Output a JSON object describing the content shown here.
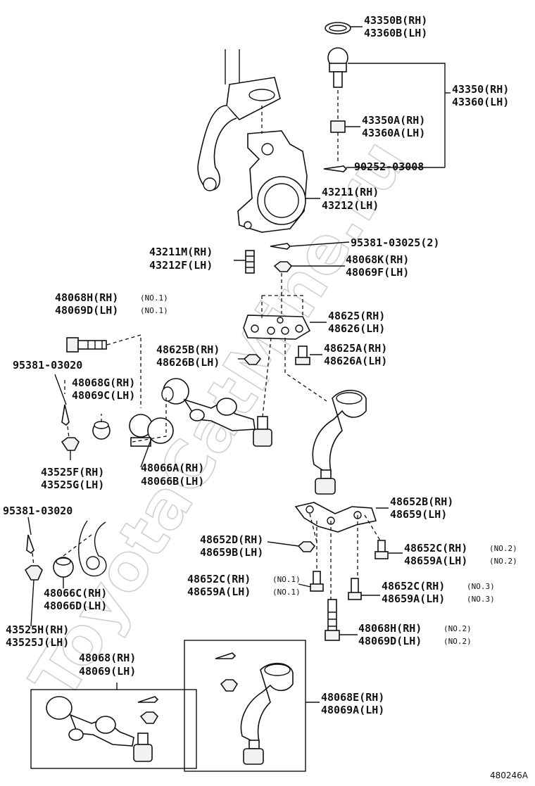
{
  "watermark": "ToyotaCatMine.ru",
  "figure_code": "480246A",
  "labels": {
    "p43350b": "43350B(RH)",
    "p43360b": "43360B(LH)",
    "p43350": "43350(RH)",
    "p43360": "43360(LH)",
    "p43350a": "43350A(RH)",
    "p43360a": "43360A(LH)",
    "p90252": "90252-03008",
    "p43211": "43211(RH)",
    "p43212": "43212(LH)",
    "p95381_03025": "95381-03025(2)",
    "p43211m": "43211M(RH)",
    "p43212f": "43212F(LH)",
    "p48068k": "48068K(RH)",
    "p48069f": "48069F(LH)",
    "p48068h_1": "48068H(RH)",
    "p48069d_1": "48069D(LH)",
    "no1": "(NO.1)",
    "no2": "(NO.2)",
    "no3": "(NO.3)",
    "p48625": "48625(RH)",
    "p48626": "48626(LH)",
    "p48625b": "48625B(RH)",
    "p48626b": "48626B(LH)",
    "p48625a": "48625A(RH)",
    "p48626a": "48626A(LH)",
    "p95381_03020a": "95381-03020",
    "p48068g": "48068G(RH)",
    "p48069c": "48069C(LH)",
    "p43525f": "43525F(RH)",
    "p43525g": "43525G(LH)",
    "p48066a": "48066A(RH)",
    "p48066b": "48066B(LH)",
    "p48652b": "48652B(RH)",
    "p48659": "48659(LH)",
    "p95381_03020b": "95381-03020",
    "p48652d": "48652D(RH)",
    "p48659b": "48659B(LH)",
    "p48652c_2": "48652C(RH)",
    "p48659a_2": "48659A(LH)",
    "p48652c_1": "48652C(RH)",
    "p48659a_1": "48659A(LH)",
    "p48652c_3": "48652C(RH)",
    "p48659a_3": "48659A(LH)",
    "p48066c": "48066C(RH)",
    "p48066d": "48066D(LH)",
    "p43525h": "43525H(RH)",
    "p43525j": "43525J(LH)",
    "p48068h_2": "48068H(RH)",
    "p48069d_2": "48069D(LH)",
    "p48068": "48068(RH)",
    "p48069": "48069(LH)",
    "p48068e": "48068E(RH)",
    "p48069a": "48069A(LH)"
  }
}
